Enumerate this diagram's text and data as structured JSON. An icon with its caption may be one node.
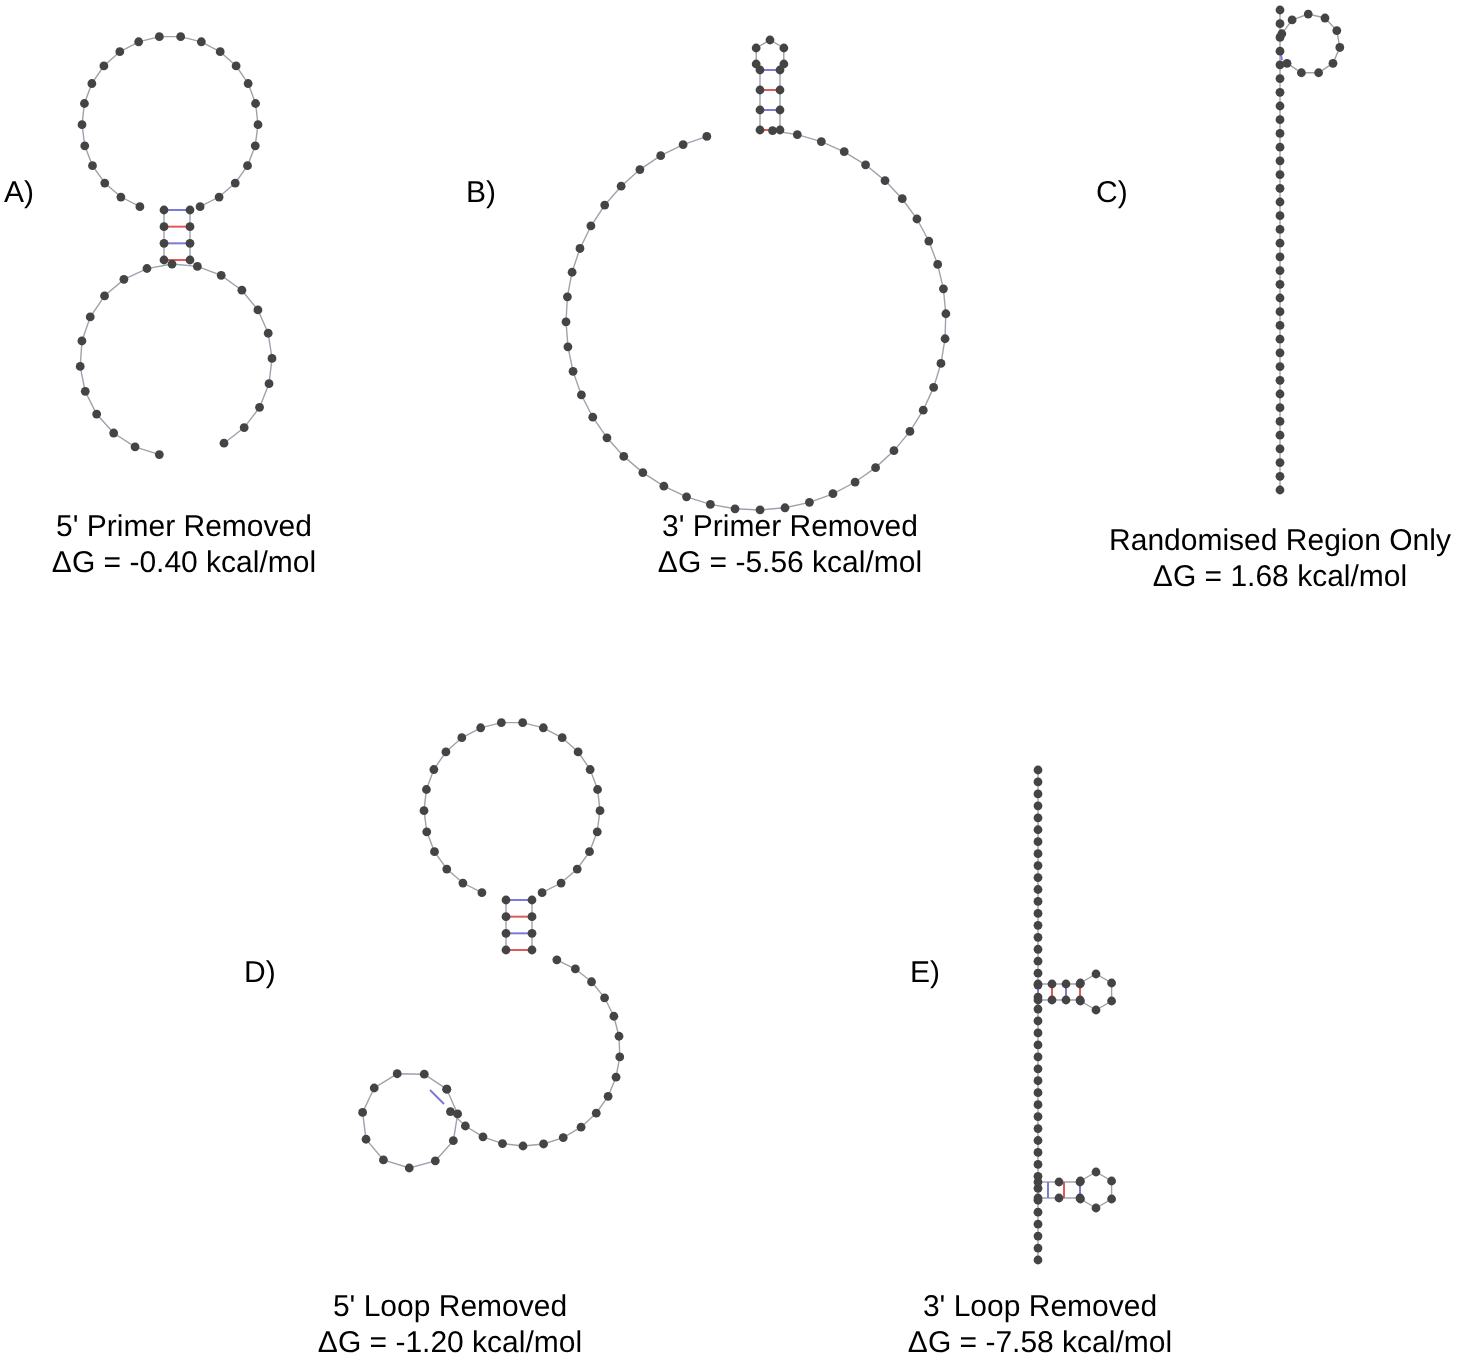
{
  "diagram": {
    "labels": [
      "A)",
      "B)",
      "C)",
      "5' Primer Removed",
      "ΔG = -0.40 kcal/mol",
      "3' Primer Removed",
      "ΔG = -5.56 kcal/mol",
      "Randomised Region Only",
      "ΔG = 1.68 kcal/mol",
      "D)",
      "E)",
      "5' Loop Removed",
      "ΔG = -1.20 kcal/mol",
      "3' Loop Removed",
      "ΔG = -7.58 kcal/mol"
    ]
  }
}
